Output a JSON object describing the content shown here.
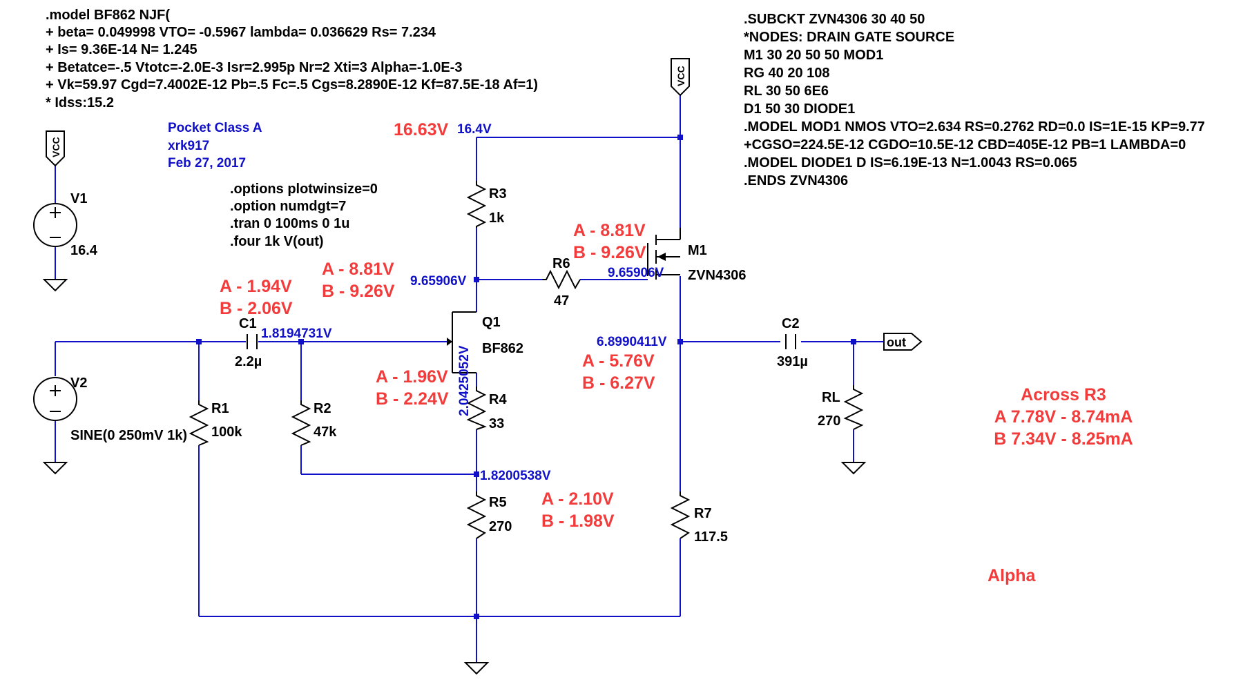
{
  "model_text": [
    ".model BF862 NJF(",
    "+ beta= 0.049998 VTO= -0.5967 lambda= 0.036629 Rs= 7.234",
    "+ Is= 9.36E-14 N= 1.245",
    "+ Betatce=-.5 Vtotc=-2.0E-3 Isr=2.995p Nr=2 Xti=3 Alpha=-1.0E-3",
    "+ Vk=59.97 Cgd=7.4002E-12 Pb=.5 Fc=.5 Cgs=8.2890E-12 Kf=87.5E-18 Af=1)",
    "* Idss:15.2"
  ],
  "subckt_text": [
    ".SUBCKT ZVN4306 30 40 50",
    "*NODES: DRAIN GATE SOURCE",
    "M1 30 20 50 50 MOD1",
    "RG 40 20 108",
    "RL 30 50 6E6",
    "D1 50 30 DIODE1",
    ".MODEL MOD1 NMOS VTO=2.634 RS=0.2762 RD=0.0 IS=1E-15 KP=9.77",
    "+CGSO=224.5E-12 CGDO=10.5E-12 CBD=405E-12 PB=1 LAMBDA=0",
    ".MODEL DIODE1 D IS=6.19E-13 N=1.0043 RS=0.065",
    ".ENDS ZVN4306"
  ],
  "title_block": [
    "Pocket Class A",
    "xrk917",
    "Feb 27, 2017"
  ],
  "options_text": [
    ".options plotwinsize=0",
    ".option numdgt=7",
    ".tran 0 100ms 0 1u",
    ".four 1k V(out)"
  ],
  "labels": {
    "vcc": "VCC",
    "out": "out",
    "v1": "V1",
    "v1_value": "16.4",
    "v2": "V2",
    "v2_value": "SINE(0 250mV 1k)",
    "c1": "C1",
    "c1_value": "2.2µ",
    "c2": "C2",
    "c2_value": "391µ",
    "r1": "R1",
    "r1_value": "100k",
    "r2": "R2",
    "r2_value": "47k",
    "r3": "R3",
    "r3_value": "1k",
    "r4": "R4",
    "r4_value": "33",
    "r5": "R5",
    "r5_value": "270",
    "r6": "R6",
    "r6_value": "47",
    "r7": "R7",
    "r7_value": "117.5",
    "rl": "RL",
    "rl_value": "270",
    "q1": "Q1",
    "q1_value": "BF862",
    "m1": "M1",
    "m1_value": "ZVN4306"
  },
  "node_voltages": {
    "top": "16.4V",
    "drain_q1": "9.65906V",
    "gate_m1": "9.65906V",
    "gate_q1": "1.8194731V",
    "source_q1": "2.0425052V",
    "r4_r5": "1.8200538V",
    "out_node": "6.8990411V"
  },
  "annotations": {
    "top_big": "16.63V",
    "m1_a": "A - 8.81V",
    "m1_b": "B - 9.26V",
    "drain_a": "A - 8.81V",
    "drain_b": "B - 9.26V",
    "gate_a": "A - 1.94V",
    "gate_b": "B - 2.06V",
    "src_a": "A - 1.96V",
    "src_b": "B - 2.24V",
    "out_a": "A - 5.76V",
    "out_b": "B - 6.27V",
    "r5_a": "A - 2.10V",
    "r5_b": "B - 1.98V",
    "across_title": "Across R3",
    "across_a": "A 7.78V - 8.74mA",
    "across_b": "B 7.34V - 8.25mA",
    "alpha": "Alpha"
  },
  "colors": {
    "wire": "#1010c8",
    "annotation": "#f23c3c",
    "text": "#000000",
    "component": "#000000"
  }
}
